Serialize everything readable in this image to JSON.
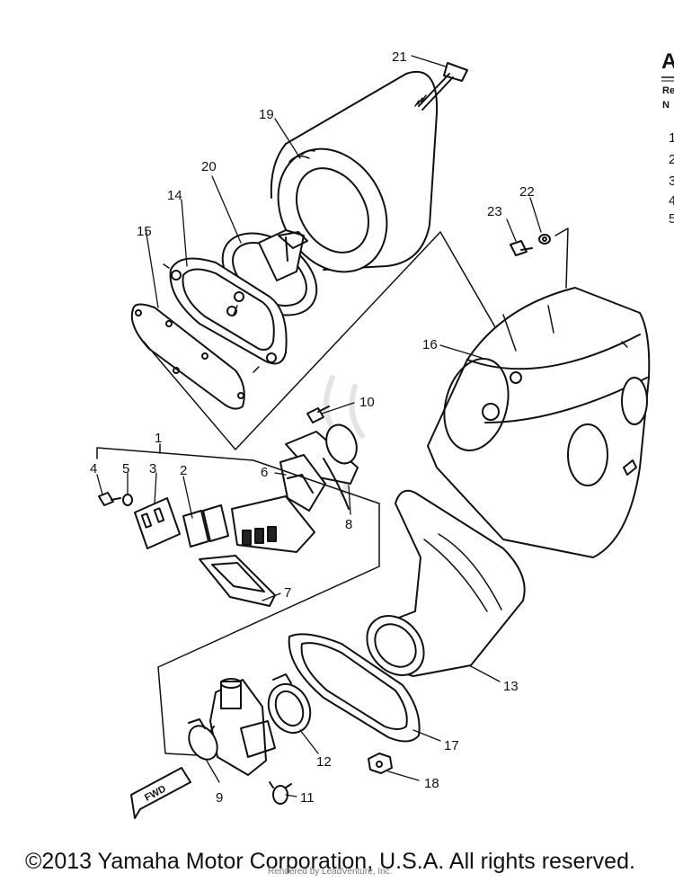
{
  "header_fragments": {
    "letter": "A",
    "line1": "Re",
    "line2": "N"
  },
  "side_numbers": [
    "1",
    "2",
    "3",
    "4",
    "5"
  ],
  "callouts": [
    {
      "id": "1",
      "label": "1"
    },
    {
      "id": "2",
      "label": "2"
    },
    {
      "id": "3",
      "label": "3"
    },
    {
      "id": "4",
      "label": "4"
    },
    {
      "id": "5",
      "label": "5"
    },
    {
      "id": "6",
      "label": "6"
    },
    {
      "id": "7",
      "label": "7"
    },
    {
      "id": "8",
      "label": "8"
    },
    {
      "id": "9",
      "label": "9"
    },
    {
      "id": "10",
      "label": "10"
    },
    {
      "id": "11",
      "label": "11"
    },
    {
      "id": "12",
      "label": "12"
    },
    {
      "id": "13",
      "label": "13"
    },
    {
      "id": "14",
      "label": "14"
    },
    {
      "id": "15",
      "label": "15"
    },
    {
      "id": "16",
      "label": "16"
    },
    {
      "id": "17",
      "label": "17"
    },
    {
      "id": "18",
      "label": "18"
    },
    {
      "id": "19",
      "label": "19"
    },
    {
      "id": "20",
      "label": "20"
    },
    {
      "id": "21",
      "label": "21"
    },
    {
      "id": "22",
      "label": "22"
    },
    {
      "id": "23",
      "label": "23"
    }
  ],
  "fwd_label": "FWD",
  "copyright": "©2013 Yamaha Motor Corporation, U.S.A. All rights reserved.",
  "rendered_by": "Rendered by LeadVenture, Inc."
}
